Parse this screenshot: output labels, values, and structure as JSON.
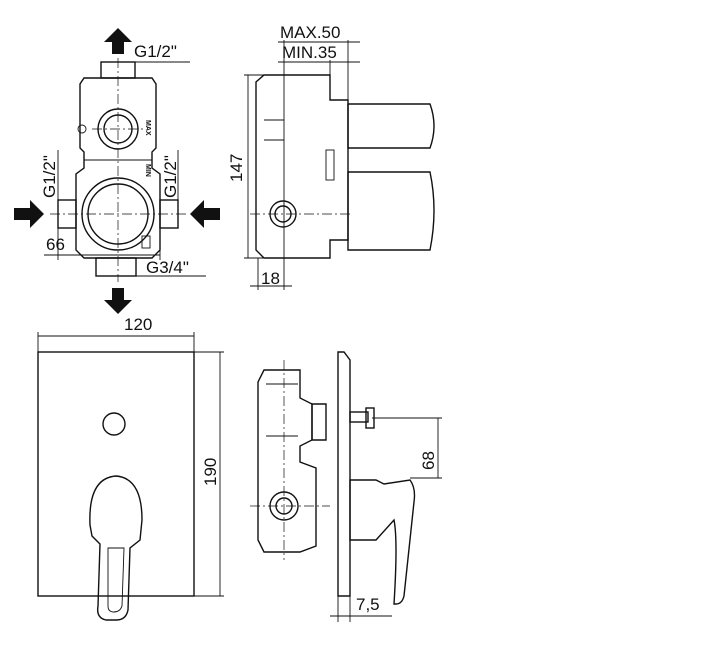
{
  "diagram": {
    "top_left_view": {
      "outlet_top_label": "G1/2\"",
      "inlet_left_label": "G1/2\"",
      "inlet_right_label": "G1/2\"",
      "outlet_bottom_label": "G3/4\"",
      "width_label": "66",
      "max_stamp": "MAX",
      "min_stamp": "MIN"
    },
    "top_right_view": {
      "max_depth_label": "MAX.50",
      "min_depth_label": "MIN.35",
      "height_label": "147",
      "depth_label": "18"
    },
    "bottom_left_view": {
      "width_label": "120",
      "height_label": "190"
    },
    "bottom_right_view": {
      "offset_label": "68",
      "plate_label": "7,5"
    }
  }
}
